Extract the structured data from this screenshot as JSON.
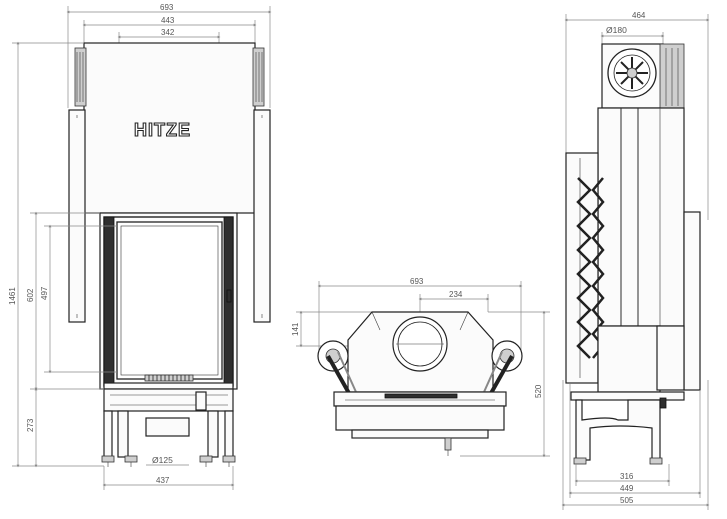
{
  "brand": {
    "logo_text": "HITZE"
  },
  "front_view": {
    "dims": {
      "overall_width": "693",
      "body_width": "443",
      "outlet_width": "342",
      "overall_height": "1461",
      "door_height": "602",
      "glass_height": "497",
      "base_height": "273",
      "air_inlet_diameter": "Ø125",
      "base_width": "437"
    }
  },
  "top_view": {
    "dims": {
      "overall_width": "693",
      "outlet_offset": "234",
      "outlet_depth": "141",
      "overall_depth": "520"
    }
  },
  "side_view": {
    "dims": {
      "overall_depth": "464",
      "flue_diameter": "Ø180",
      "leg_depth": "316",
      "frame_depth": "449",
      "total_depth": "505"
    }
  }
}
